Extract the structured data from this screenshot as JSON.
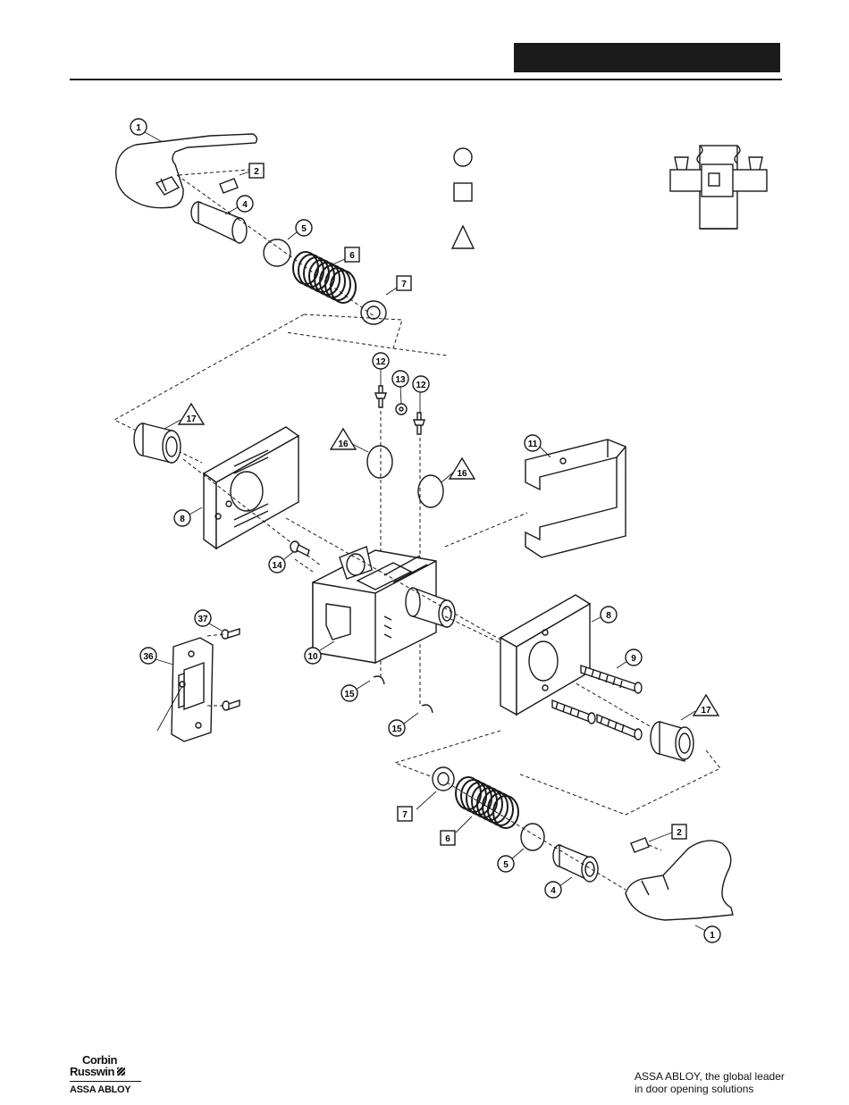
{
  "callouts": {
    "c1a": "1",
    "c2a": "2",
    "c4a": "4",
    "c5a": "5",
    "c6a": "6",
    "c7a": "7",
    "c12a": "12",
    "c13": "13",
    "c12b": "12",
    "c17a": "17",
    "c16a": "16",
    "c16b": "16",
    "c11": "11",
    "c8a": "8",
    "c14": "14",
    "c37": "37",
    "c36": "36",
    "c10": "10",
    "c15a": "15",
    "c15b": "15",
    "c8b": "8",
    "c9": "9",
    "c17b": "17",
    "c7b": "7",
    "c2b": "2",
    "c6b": "6",
    "c5b": "5",
    "c4b": "4",
    "c1b": "1"
  },
  "footer": {
    "logo_line1": "Corbin",
    "logo_line2": "Russwin",
    "logo_line3": "ASSA ABLOY",
    "tagline_line1": "ASSA ABLOY, the global leader",
    "tagline_line2": "in door opening solutions"
  },
  "colors": {
    "ink": "#1a1a1a",
    "paper": "#ffffff"
  }
}
